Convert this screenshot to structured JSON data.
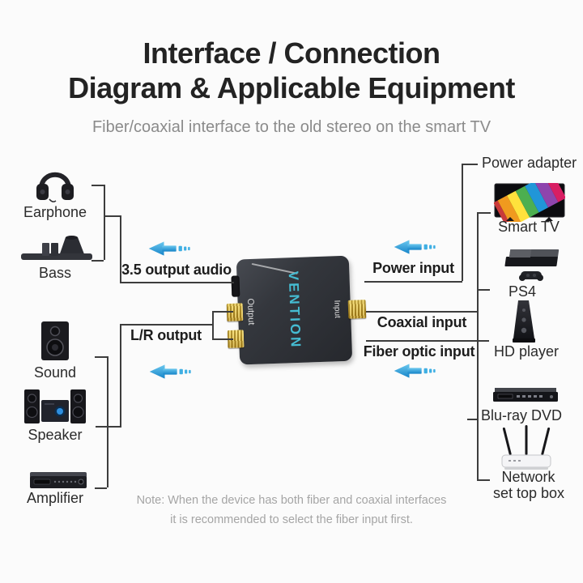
{
  "title": {
    "line1": "Interface / Connection",
    "line2": "Diagram & Applicable Equipment"
  },
  "subtitle": "Fiber/coaxial interface to the old stereo on the smart TV",
  "device": {
    "brand": "VENTION",
    "output_port_label": "Output",
    "input_port_label": "Input"
  },
  "connections": {
    "audio35": "3.5 output audio",
    "lr": "L/R output",
    "power": "Power input",
    "coaxial": "Coaxial input",
    "fiber": "Fiber optic input"
  },
  "left_equipment": [
    {
      "label": "Earphone"
    },
    {
      "label": "Bass"
    },
    {
      "label": "Sound"
    },
    {
      "label": "Speaker"
    },
    {
      "label": "Amplifier"
    }
  ],
  "right_equipment": [
    {
      "label": "Power adapter"
    },
    {
      "label": "Smart TV"
    },
    {
      "label": "PS4"
    },
    {
      "label": "HD player"
    },
    {
      "label": "Blu-ray DVD"
    },
    {
      "label": "Network",
      "label2": "set top box"
    }
  ],
  "note": {
    "line1": "Note: When the device has both fiber and coaxial interfaces",
    "line2": "it is recommended to select the fiber input first."
  },
  "icons": {
    "arrow": "left-arrow-signal-icon",
    "left": [
      "headphones-icon",
      "subwoofer-bar-icon",
      "bookshelf-speaker-icon",
      "stereo-system-icon",
      "amplifier-icon"
    ],
    "right": [
      "smart-tv-icon",
      "ps4-console-icon",
      "tower-speaker-icon",
      "bluray-player-icon",
      "wifi-router-icon"
    ]
  },
  "colors": {
    "arrow_blue": "#2d9fdb",
    "arrow_blue_light": "#6cc9ef",
    "brand_cyan": "#45bcd2",
    "line": "#3d3d3d",
    "background": "#fbfbfb"
  }
}
